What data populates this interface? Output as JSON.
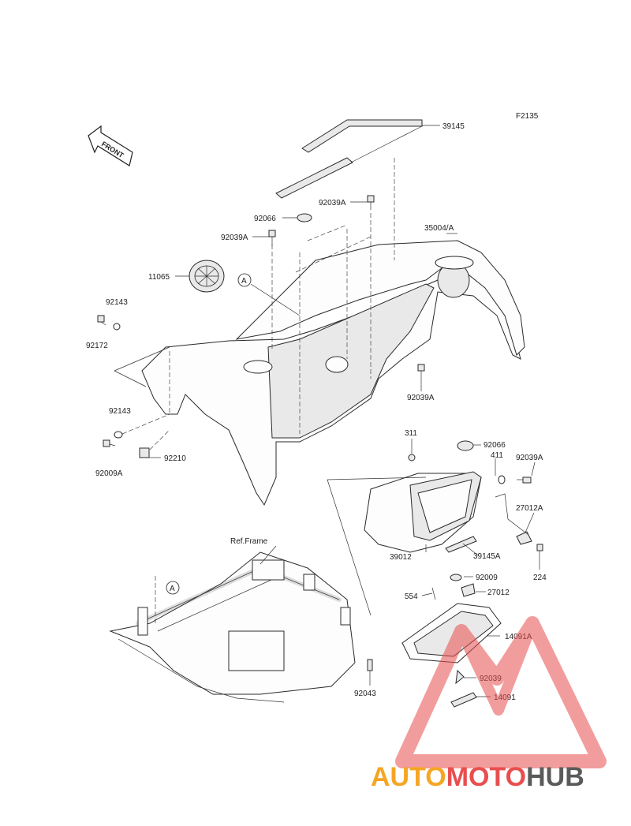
{
  "figure_code": "F2135",
  "front_arrow": "FRONT",
  "ref_frame": "Ref.Frame",
  "callout_a": "A",
  "labels": {
    "p39145": "39145",
    "p92039A_top": "92039A",
    "p92066_top": "92066",
    "p35004A": "35004/A",
    "p92039A_left": "92039A",
    "p11065": "11065",
    "p92143_top": "92143",
    "p92172": "92172",
    "p92039A_mid": "92039A",
    "p92143_low": "92143",
    "p92009A": "92009A",
    "p92210": "92210",
    "p311": "311",
    "p92066_right": "92066",
    "p411": "411",
    "p92039A_right": "92039A",
    "p27012A": "27012A",
    "p224": "224",
    "p39145A": "39145A",
    "p39012": "39012",
    "p92009": "92009",
    "p554": "554",
    "p27012": "27012",
    "p14091A": "14091A",
    "p92039": "92039",
    "p14091": "14091",
    "p92043": "92043"
  },
  "watermark": {
    "part1": "AUTO",
    "part2": "MOTO",
    "part3": "HUB",
    "color_orange": "#f5a623",
    "color_red": "#e94e4e",
    "color_gray": "#5a5a5a"
  }
}
